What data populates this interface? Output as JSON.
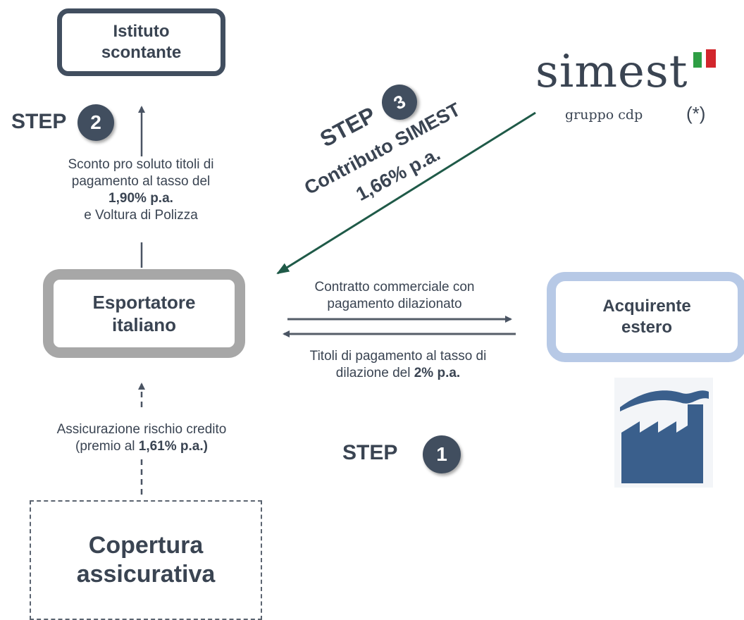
{
  "boxes": {
    "istituto": [
      "Istituto",
      "scontante"
    ],
    "esportatore": [
      "Esportatore",
      "italiano"
    ],
    "acquirente": [
      "Acquirente",
      "estero"
    ],
    "copertura": [
      "Copertura",
      "assicurativa"
    ]
  },
  "steps": {
    "step_word": "STEP",
    "step1": "1",
    "step2": "2",
    "step3": "3"
  },
  "step2_caption": {
    "line1": "Sconto pro soluto titoli di",
    "line2": "pagamento al tasso del",
    "line3_bold": "1,90% p.a.",
    "line4": "e Voltura di Polizza"
  },
  "step3_caption": {
    "line1": "Contributo SIMEST",
    "line2": "1,66% p.a."
  },
  "contract_caption": {
    "line1": "Contratto commerciale con",
    "line2": "pagamento dilazionato"
  },
  "titoli_caption": {
    "line1": "Titoli di pagamento  al tasso di",
    "line2_prefix": "dilazione del ",
    "line2_bold": "2% p.a."
  },
  "insurance_caption": {
    "line1": "Assicurazione rischio credito",
    "line2_prefix": "(premio al ",
    "line2_bold": "1,61% p.a.)"
  },
  "simest_logo": {
    "wordmark": "simest",
    "subtitle": "gruppo cdp",
    "note": "(*)",
    "flag_colors": [
      "#2e9e44",
      "#ffffff",
      "#d2262c"
    ]
  },
  "colors": {
    "dark": "#414e5f",
    "grey_box": "#a7a7a7",
    "blue_box": "#b7c9e6",
    "green_arrow": "#1f5a48",
    "factory": "#3a5f8c"
  },
  "icons": {
    "factory": "factory-icon",
    "flag": "italian-flag-icon"
  }
}
